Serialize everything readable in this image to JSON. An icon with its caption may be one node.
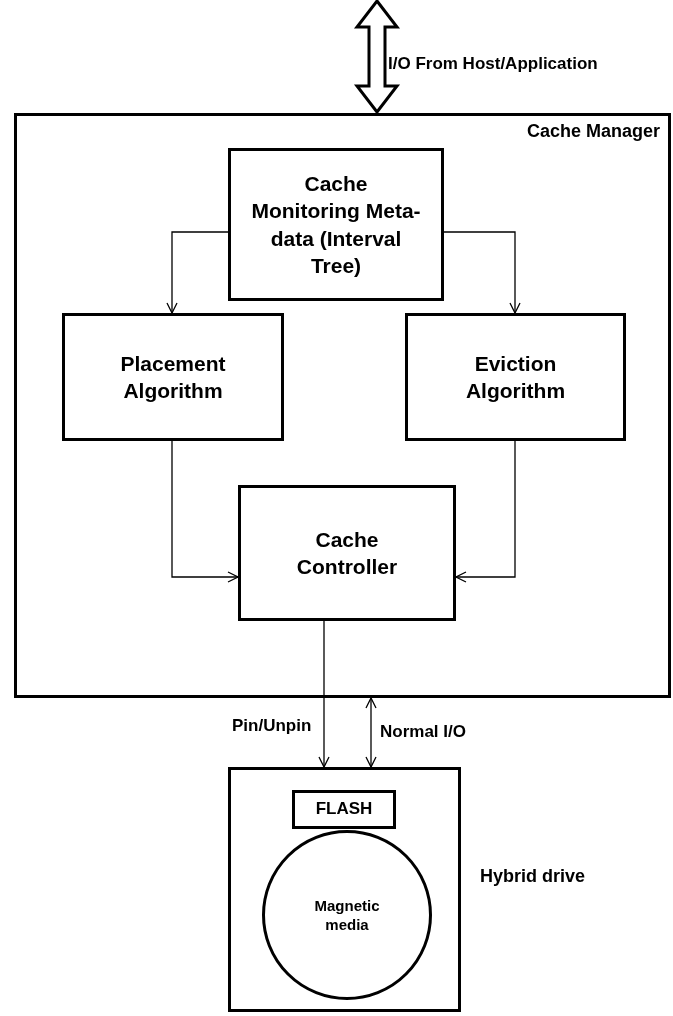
{
  "diagram": {
    "nodes": [
      {
        "text": [
          "Cache Manager"
        ]
      },
      {
        "text": [
          "Cache Monitoring Meta-data (Interval Tree)"
        ],
        "in": 0
      },
      {
        "text": [
          "Placement Algorithm"
        ],
        "in": 0
      },
      {
        "text": [
          "Eviction Algorithm"
        ],
        "in": 0
      },
      {
        "text": [
          "Cache Controller"
        ],
        "in": 0
      },
      {
        "text": [
          "Hybrid drive"
        ]
      },
      {
        "text": [
          "FLASH"
        ],
        "in": 5
      },
      {
        "text": [
          "Magnetic media"
        ],
        "in": 5
      }
    ],
    "edges": [
      {
        "from": null,
        "to": 0,
        "arrow": "both",
        "label": "I/O From Host/Application",
        "style": "thick"
      },
      {
        "from": 1,
        "to": 2,
        "arrow": "to"
      },
      {
        "from": 1,
        "to": 3,
        "arrow": "to"
      },
      {
        "from": 2,
        "to": 4,
        "arrow": "to"
      },
      {
        "from": 3,
        "to": 4,
        "arrow": "to"
      },
      {
        "from": 4,
        "to": 5,
        "arrow": "to",
        "label": "Pin/Unpin"
      },
      {
        "from": 0,
        "to": 5,
        "arrow": "both",
        "label": "Normal I/O"
      }
    ]
  }
}
